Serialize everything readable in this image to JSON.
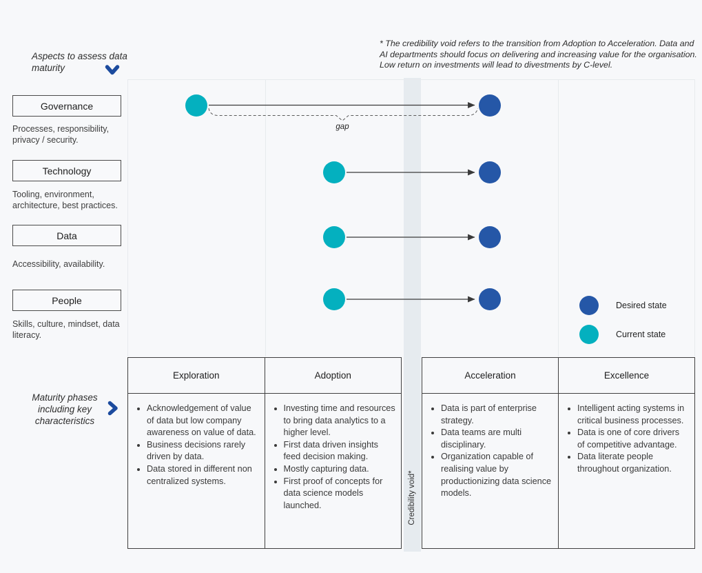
{
  "annotations": {
    "aspects_heading": "Aspects to assess data maturity",
    "maturity_heading": "Maturity phases including key characteristics",
    "gap_label": "gap",
    "credibility_void_label": "Credibility void*",
    "footnote_lines": [
      "* The credibility void refers to the transition from Adoption to Acceleration. Data and",
      "AI departments should focus on delivering and increasing value for the organisation.",
      "Low return on investments will lead to divestments by C-level."
    ]
  },
  "aspects": [
    {
      "name": "Governance",
      "description": "Processes, responsibility, privacy / security."
    },
    {
      "name": "Technology",
      "description": "Tooling, environment, architecture, best practices."
    },
    {
      "name": "Data",
      "description": "Accessibility, availability."
    },
    {
      "name": "People",
      "description": "Skills, culture, mindset, data literacy."
    }
  ],
  "legend": {
    "items": [
      {
        "label": "Desired state",
        "color": "#2557a7"
      },
      {
        "label": "Current state",
        "color": "#04b0bf"
      }
    ]
  },
  "phases": [
    {
      "name": "Exploration",
      "bullets": [
        "Acknowledgement of value of data but low company awareness on value of data.",
        "Business decisions rarely driven by data.",
        "Data stored in different non centralized systems."
      ]
    },
    {
      "name": "Adoption",
      "bullets": [
        "Investing time and resources to bring data analytics to a higher level.",
        "First data driven insights feed decision making.",
        "Mostly capturing data.",
        "First proof of concepts for data science models launched."
      ]
    },
    {
      "name": "Acceleration",
      "bullets": [
        "Data is part of enterprise strategy.",
        "Data teams are multi disciplinary.",
        "Organization capable of realising value by productionizing data science models."
      ]
    },
    {
      "name": "Excellence",
      "bullets": [
        "Intelligent acting systems in critical business processes.",
        "Data is one of core drivers of competitive advantage.",
        "Data literate people throughout organization."
      ]
    }
  ],
  "colors": {
    "current_state": "#04b0bf",
    "desired_state": "#2557a7",
    "accent_navy": "#1c4b9e",
    "void_band": "#e6ebef",
    "background": "#f7f8fa"
  },
  "chart_data": {
    "type": "diagram",
    "title": "Data maturity assessment: current vs desired state per aspect",
    "phases": [
      "Exploration",
      "Adoption",
      "Acceleration",
      "Excellence"
    ],
    "rows": [
      {
        "aspect": "Governance",
        "current_state": "Exploration",
        "desired_state": "Acceleration",
        "annotation": "gap"
      },
      {
        "aspect": "Technology",
        "current_state": "Adoption",
        "desired_state": "Acceleration"
      },
      {
        "aspect": "Data",
        "current_state": "Adoption",
        "desired_state": "Acceleration"
      },
      {
        "aspect": "People",
        "current_state": "Adoption",
        "desired_state": "Acceleration"
      }
    ],
    "notes": "Credibility void band lies between Adoption and Acceleration columns"
  }
}
